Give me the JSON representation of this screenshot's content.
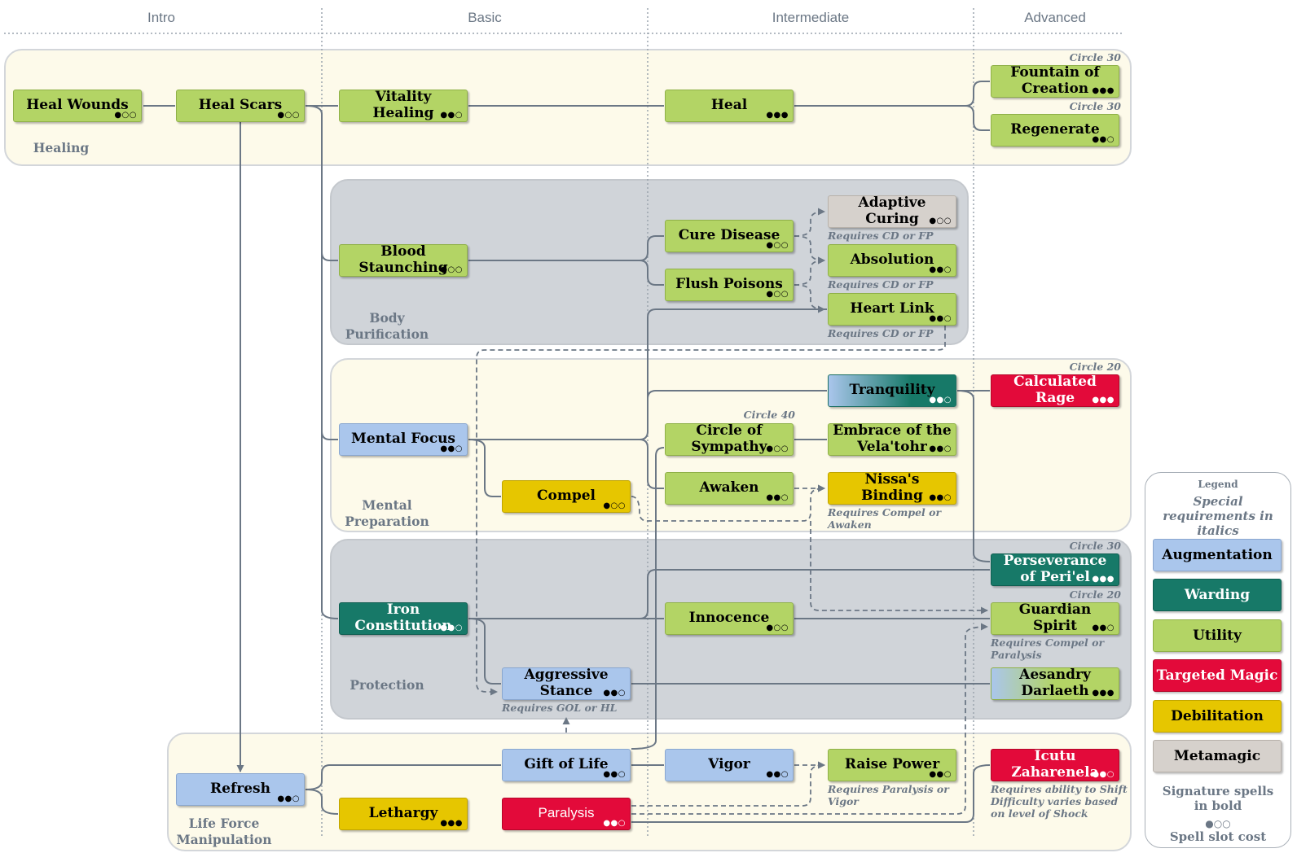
{
  "tiers": [
    "Intro",
    "Basic",
    "Intermediate",
    "Advanced"
  ],
  "groups": {
    "healing": "Healing",
    "body": "Body Purification",
    "mental": "Mental Preparation",
    "protection": "Protection",
    "lifeforce": "Life Force Manipulation"
  },
  "spells": {
    "heal_wounds": {
      "name": "Heal Wounds",
      "cost": "●○○"
    },
    "heal_scars": {
      "name": "Heal Scars",
      "cost": "●○○"
    },
    "vitality_healing": {
      "name": "Vitality Healing",
      "cost": "●●○"
    },
    "heal": {
      "name": "Heal",
      "cost": "●●●"
    },
    "fountain": {
      "name": "Fountain of Creation",
      "cost": "●●●"
    },
    "regenerate": {
      "name": "Regenerate",
      "cost": "●●○"
    },
    "adaptive_curing": {
      "name": "Adaptive Curing",
      "cost": "●○○"
    },
    "cure_disease": {
      "name": "Cure Disease",
      "cost": "●○○"
    },
    "absolution": {
      "name": "Absolution",
      "cost": "●●○"
    },
    "blood_staunching": {
      "name": "Blood Staunching",
      "cost": "●○○"
    },
    "flush_poisons": {
      "name": "Flush Poisons",
      "cost": "●○○"
    },
    "heart_link": {
      "name": "Heart Link",
      "cost": "●●○"
    },
    "tranquility": {
      "name": "Tranquility",
      "cost": "●●○"
    },
    "calculated_rage": {
      "name": "Calculated Rage",
      "cost": "●●●"
    },
    "mental_focus": {
      "name": "Mental Focus",
      "cost": "●●○"
    },
    "circle_of_sympathy": {
      "name": "Circle of Sympathy",
      "cost": "●○○"
    },
    "embrace": {
      "name": "Embrace of the Vela'tohr",
      "cost": "●●○"
    },
    "compel": {
      "name": "Compel",
      "cost": "●○○"
    },
    "awaken": {
      "name": "Awaken",
      "cost": "●●○"
    },
    "nissas_binding": {
      "name": "Nissa's Binding",
      "cost": "●●○"
    },
    "perseverance": {
      "name": "Perseverance of Peri'el",
      "cost": "●●●"
    },
    "iron_constitution": {
      "name": "Iron Constitution",
      "cost": "●●○"
    },
    "innocence": {
      "name": "Innocence",
      "cost": "●○○"
    },
    "guardian_spirit": {
      "name": "Guardian Spirit",
      "cost": "●●○"
    },
    "aggressive_stance": {
      "name": "Aggressive Stance",
      "cost": "●●○"
    },
    "aesandry": {
      "name": "Aesandry Darlaeth",
      "cost": "●●●"
    },
    "gift_of_life": {
      "name": "Gift of Life",
      "cost": "●●○"
    },
    "vigor": {
      "name": "Vigor",
      "cost": "●●○"
    },
    "raise_power": {
      "name": "Raise Power",
      "cost": "●●○"
    },
    "icutu": {
      "name": "Icutu Zaharenela",
      "cost": "●●○"
    },
    "refresh": {
      "name": "Refresh",
      "cost": "●●○"
    },
    "lethargy": {
      "name": "Lethargy",
      "cost": "●●●"
    },
    "paralysis": {
      "name": "Paralysis",
      "cost": "●●○"
    }
  },
  "notes": {
    "adaptive": "Requires CD or FP",
    "absolution": "Requires CD or FP",
    "heart_link": "Requires CD or FP",
    "nissa": "Requires Compel or Awaken",
    "guardian": "Requires Compel or Paralysis",
    "aggressive": "Requires GOL or HL",
    "raise_power": "Requires Paralysis or Vigor",
    "icutu": "Requires ability to Shift Difficulty varies based on level of Shock"
  },
  "circles": {
    "fountain": "Circle 30",
    "regenerate": "Circle 30",
    "calculated_rage": "Circle 20",
    "circle_of_sympathy": "Circle 40",
    "perseverance": "Circle 30",
    "guardian_spirit": "Circle 20"
  },
  "legend": {
    "title": "Legend",
    "special": "Special requirements in italics",
    "items": [
      "Augmentation",
      "Warding",
      "Utility",
      "Targeted Magic",
      "Debilitation",
      "Metamagic"
    ],
    "signature": "Signature spells in bold",
    "cost_symbol": "●○○",
    "cost_label": "Spell slot cost"
  },
  "colors": {
    "augmentation": "#aac6ec",
    "warding": "#177968",
    "utility": "#b3d465",
    "targeted_magic": "#e30a3a",
    "debilitation": "#e6c600",
    "metamagic": "#d6d1cc",
    "edge": "#6b7785"
  }
}
